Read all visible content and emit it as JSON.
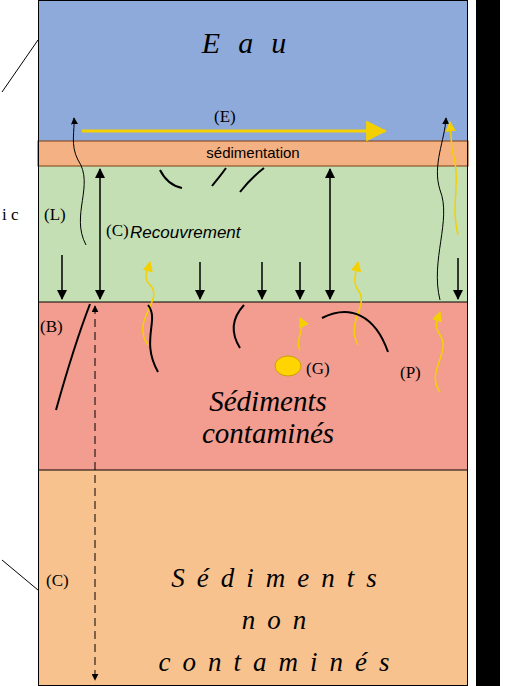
{
  "diagram": {
    "nodes": [
      {
        "text": [
          "Eau"
        ]
      },
      {
        "text": [
          "sédimentation"
        ]
      },
      {
        "text": [
          "Recouvrement"
        ]
      },
      {
        "text": [
          "Sédiments contaminés"
        ]
      },
      {
        "text": [
          "Sédiments non contaminés"
        ]
      }
    ],
    "labels": [
      "i c",
      "(E)",
      "(L)",
      "(C)",
      "(B)",
      "(G)",
      "(P)",
      "(C)"
    ]
  }
}
